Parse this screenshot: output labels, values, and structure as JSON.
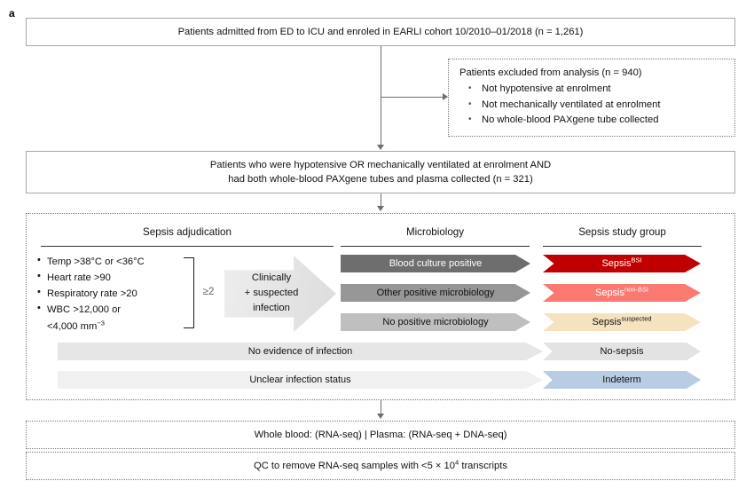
{
  "panel": {
    "label": "a"
  },
  "flow": {
    "enrolled": "Patients admitted from ED to ICU and enroled in EARLI cohort 10/2010–01/2018  (n = 1,261)",
    "excluded_title": "Patients excluded from analysis (n = 940)",
    "excluded_items": [
      "Not hypotensive at enrolment",
      "Not mechanically ventilated at enrolment",
      "No whole-blood PAXgene tube collected"
    ],
    "included_line1": "Patients who were hypotensive OR mechanically ventilated at enrolment AND",
    "included_line2": "had both whole-blood PAXgene tubes and plasma collected (n = 321)",
    "assays": "Whole blood: (RNA-seq) | Plasma: (RNA-seq + DNA-seq)",
    "qc_prefix": "QC to remove RNA-seq samples with <5 × 10",
    "qc_sup": "4",
    "qc_suffix": " transcripts"
  },
  "main": {
    "columns": [
      {
        "id": "sepsis-adjudication",
        "label": "Sepsis adjudication"
      },
      {
        "id": "microbiology",
        "label": "Microbiology"
      },
      {
        "id": "sepsis-study-group",
        "label": "Sepsis study group"
      }
    ],
    "criteria": [
      {
        "text": "Temp >38°C or <36°C"
      },
      {
        "text": "Heart rate >90"
      },
      {
        "text": "Respiratory rate >20"
      },
      {
        "text": "WBC >12,000 or"
      }
    ],
    "criteria_cont_prefix": "<4,000 mm",
    "criteria_cont_sup": "−3",
    "threshold": "≥2",
    "block_arrow_lines": [
      "Clinically",
      "+ suspected",
      "infection"
    ],
    "microbiology_rows": [
      {
        "label": "Blood culture positive",
        "color": "#6E6E6E",
        "text_color": "#ffffff"
      },
      {
        "label": "Other positive microbiology",
        "color": "#969696",
        "text_color": "#111111"
      },
      {
        "label": "No positive microbiology",
        "color": "#BFBFBF",
        "text_color": "#111111"
      }
    ],
    "group_rows": [
      {
        "label": "Sepsis",
        "sup": "BSI",
        "color": "#C00000",
        "text_color": "#ffffff"
      },
      {
        "label": "Sepsis",
        "sup": "non-BSI",
        "color": "#FA7A72",
        "text_color": "#ffffff"
      },
      {
        "label": "Sepsis",
        "sup": "suspected",
        "color": "#F5E3C0",
        "text_color": "#111111"
      }
    ],
    "wide_rows": [
      {
        "label": "No evidence of infection",
        "color": "#E6E6E6",
        "text_color": "#111111",
        "group_label": "No-sepsis",
        "group_color": "#E3E3E3",
        "group_text_color": "#111111"
      },
      {
        "label": "Unclear infection status",
        "color": "#F0F0F0",
        "text_color": "#111111",
        "group_label": "Indeterm",
        "group_color": "#B8CCE4",
        "group_text_color": "#111111"
      }
    ]
  }
}
